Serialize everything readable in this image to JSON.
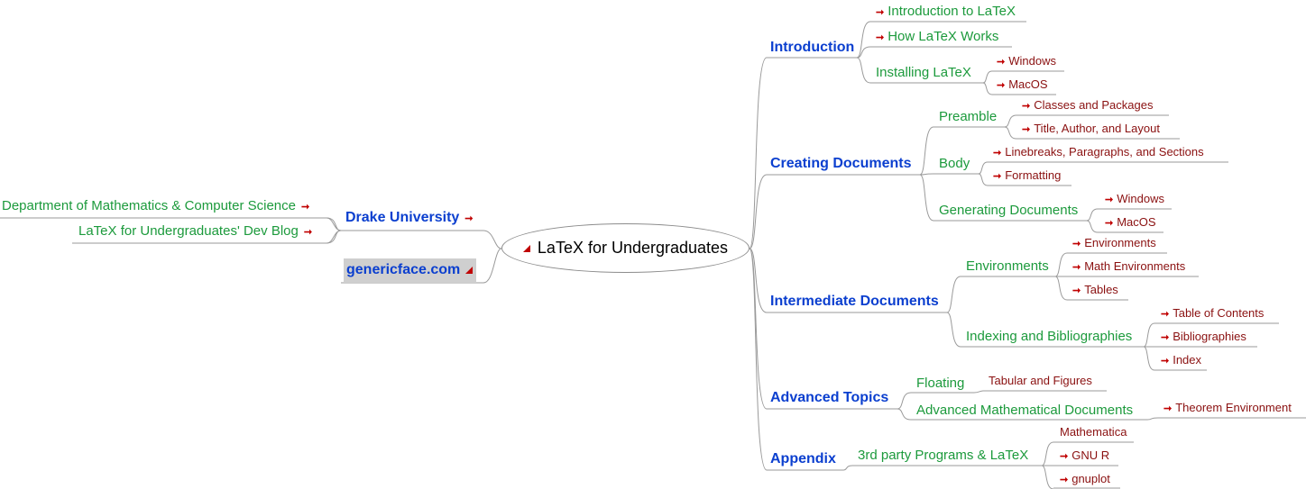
{
  "root": {
    "label": "LaTeX for Undergraduates"
  },
  "left": {
    "drake": {
      "label": "Drake University",
      "links": [
        "Department of Mathematics & Computer Science",
        "LaTeX for Undergraduates' Dev Blog"
      ]
    },
    "site": {
      "label": "genericface.com"
    }
  },
  "topics": {
    "introduction": {
      "label": "Introduction",
      "items": [
        "Introduction to LaTeX",
        "How LaTeX Works"
      ],
      "installing": {
        "label": "Installing LaTeX",
        "items": [
          "Windows",
          "MacOS"
        ]
      }
    },
    "creating": {
      "label": "Creating Documents",
      "preamble": {
        "label": "Preamble",
        "items": [
          "Classes and Packages",
          "Title, Author, and Layout"
        ]
      },
      "body": {
        "label": "Body",
        "items": [
          "Linebreaks, Paragraphs, and Sections",
          "Formatting"
        ]
      },
      "generating": {
        "label": "Generating Documents",
        "items": [
          "Windows",
          "MacOS"
        ]
      }
    },
    "intermediate": {
      "label": "Intermediate Documents",
      "environments": {
        "label": "Environments",
        "items": [
          "Environments",
          "Math Environments",
          "Tables"
        ]
      },
      "indexing": {
        "label": "Indexing and Bibliographies",
        "items": [
          "Table of Contents",
          "Bibliographies",
          "Index"
        ]
      }
    },
    "advanced": {
      "label": "Advanced Topics",
      "floating": {
        "label": "Floating",
        "items": [
          "Tabular and Figures"
        ]
      },
      "math": {
        "label": "Advanced Mathematical Documents",
        "items": [
          "Theorem Environment"
        ]
      }
    },
    "appendix": {
      "label": "Appendix",
      "programs": {
        "label": "3rd party Programs & LaTeX",
        "items": [
          "Mathematica",
          "GNU R",
          "gnuplot"
        ]
      }
    }
  },
  "colors": {
    "topic": "#0b3fcf",
    "subtopic": "#1c9a3c",
    "leaf": "#8a1010",
    "link_arrow": "#c00000",
    "connector": "#9a9a9a"
  },
  "icons": {
    "link": "right-arrow-icon",
    "note": "corner-triangle-icon"
  }
}
